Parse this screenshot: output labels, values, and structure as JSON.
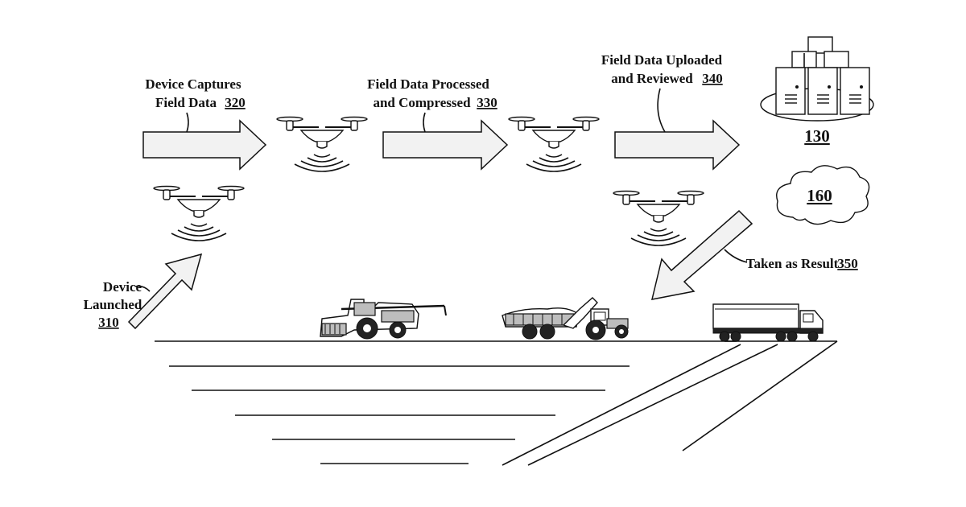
{
  "steps": {
    "launched": {
      "text1": "Device",
      "text2": "Launched",
      "ref": "310"
    },
    "captures": {
      "text1": "Device Captures",
      "text2": "Field Data",
      "ref": "320"
    },
    "processed": {
      "text1": "Field Data Processed",
      "text2": "and Compressed",
      "ref": "330"
    },
    "uploaded": {
      "text1": "Field Data Uploaded",
      "text2": "and Reviewed",
      "ref": "340"
    },
    "result": {
      "text": "Taken as Result",
      "ref": "350"
    }
  },
  "server_ref": "130",
  "cloud_ref": "160"
}
